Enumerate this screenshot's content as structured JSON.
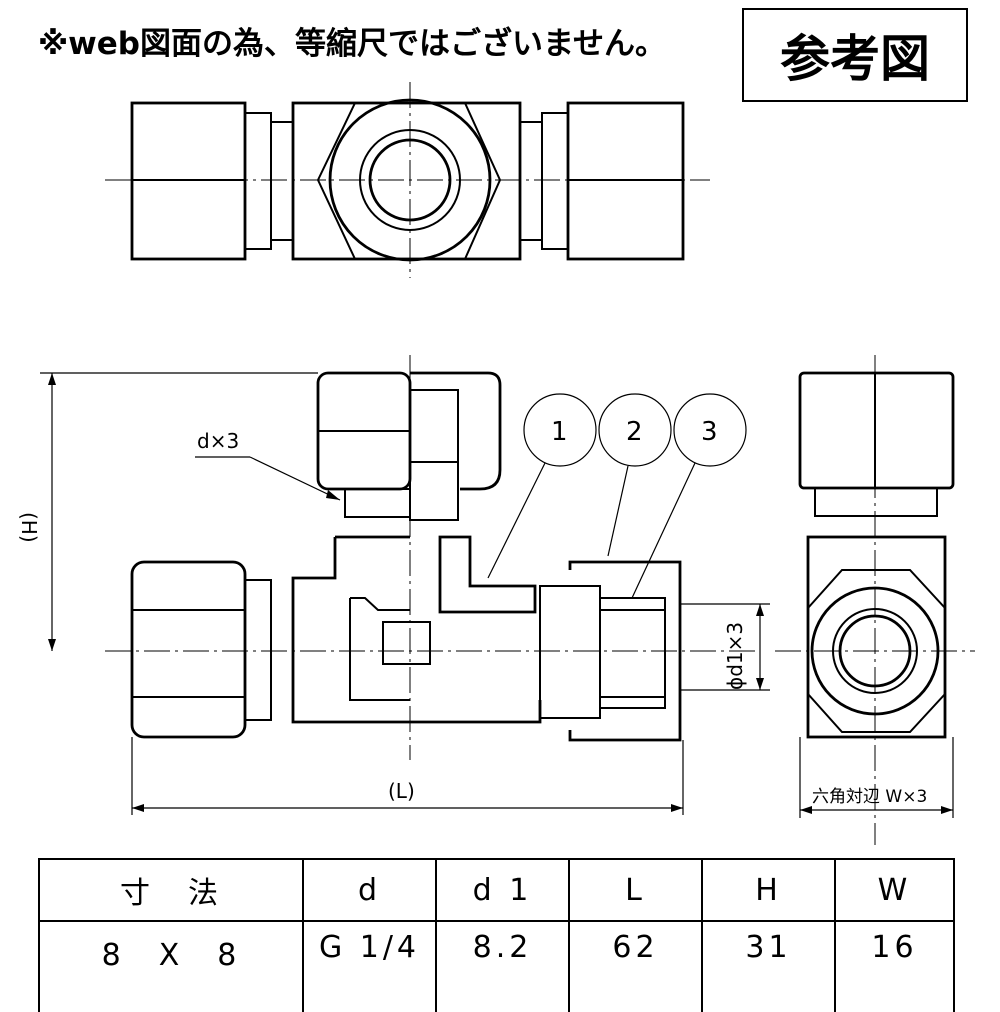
{
  "header": {
    "note": "※web図面の為、等縮尺ではございません。",
    "reference_label": "参考図"
  },
  "labels": {
    "thread_dim": "d×3",
    "height_dim": "(H)",
    "length_dim": "(L)",
    "diameter_dim": "ϕd1×3",
    "hex_dim": "六角対辺 W×3",
    "balloon_1": "1",
    "balloon_2": "2",
    "balloon_3": "3"
  },
  "spec_table": {
    "headers": [
      "寸　法",
      "d",
      "d 1",
      "L",
      "H",
      "W"
    ],
    "rows": [
      [
        "8　X　8",
        "G 1/4",
        "8.2",
        "62",
        "31",
        "16"
      ]
    ]
  }
}
